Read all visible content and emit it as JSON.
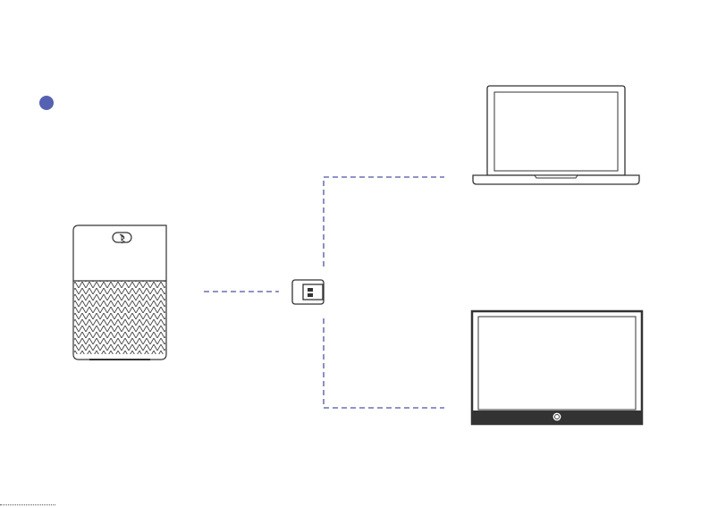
{
  "diagram": {
    "step_marker_color": "#5661b3",
    "link_line_color": "#4a55a2",
    "outline_color": "#333333",
    "devices": [
      {
        "name": "speakerphone",
        "icon": "speakerphone-icon",
        "badge_icon": "bluetooth-icon"
      },
      {
        "name": "usb-dongle",
        "icon": "usb-dongle-icon"
      },
      {
        "name": "laptop",
        "icon": "laptop-icon"
      },
      {
        "name": "monitor",
        "icon": "monitor-icon"
      }
    ],
    "links": [
      {
        "from": "speakerphone",
        "to": "usb-dongle",
        "style": "dashed"
      },
      {
        "from": "usb-dongle",
        "to": "laptop",
        "style": "dashed"
      },
      {
        "from": "usb-dongle",
        "to": "monitor",
        "style": "dashed"
      }
    ]
  }
}
